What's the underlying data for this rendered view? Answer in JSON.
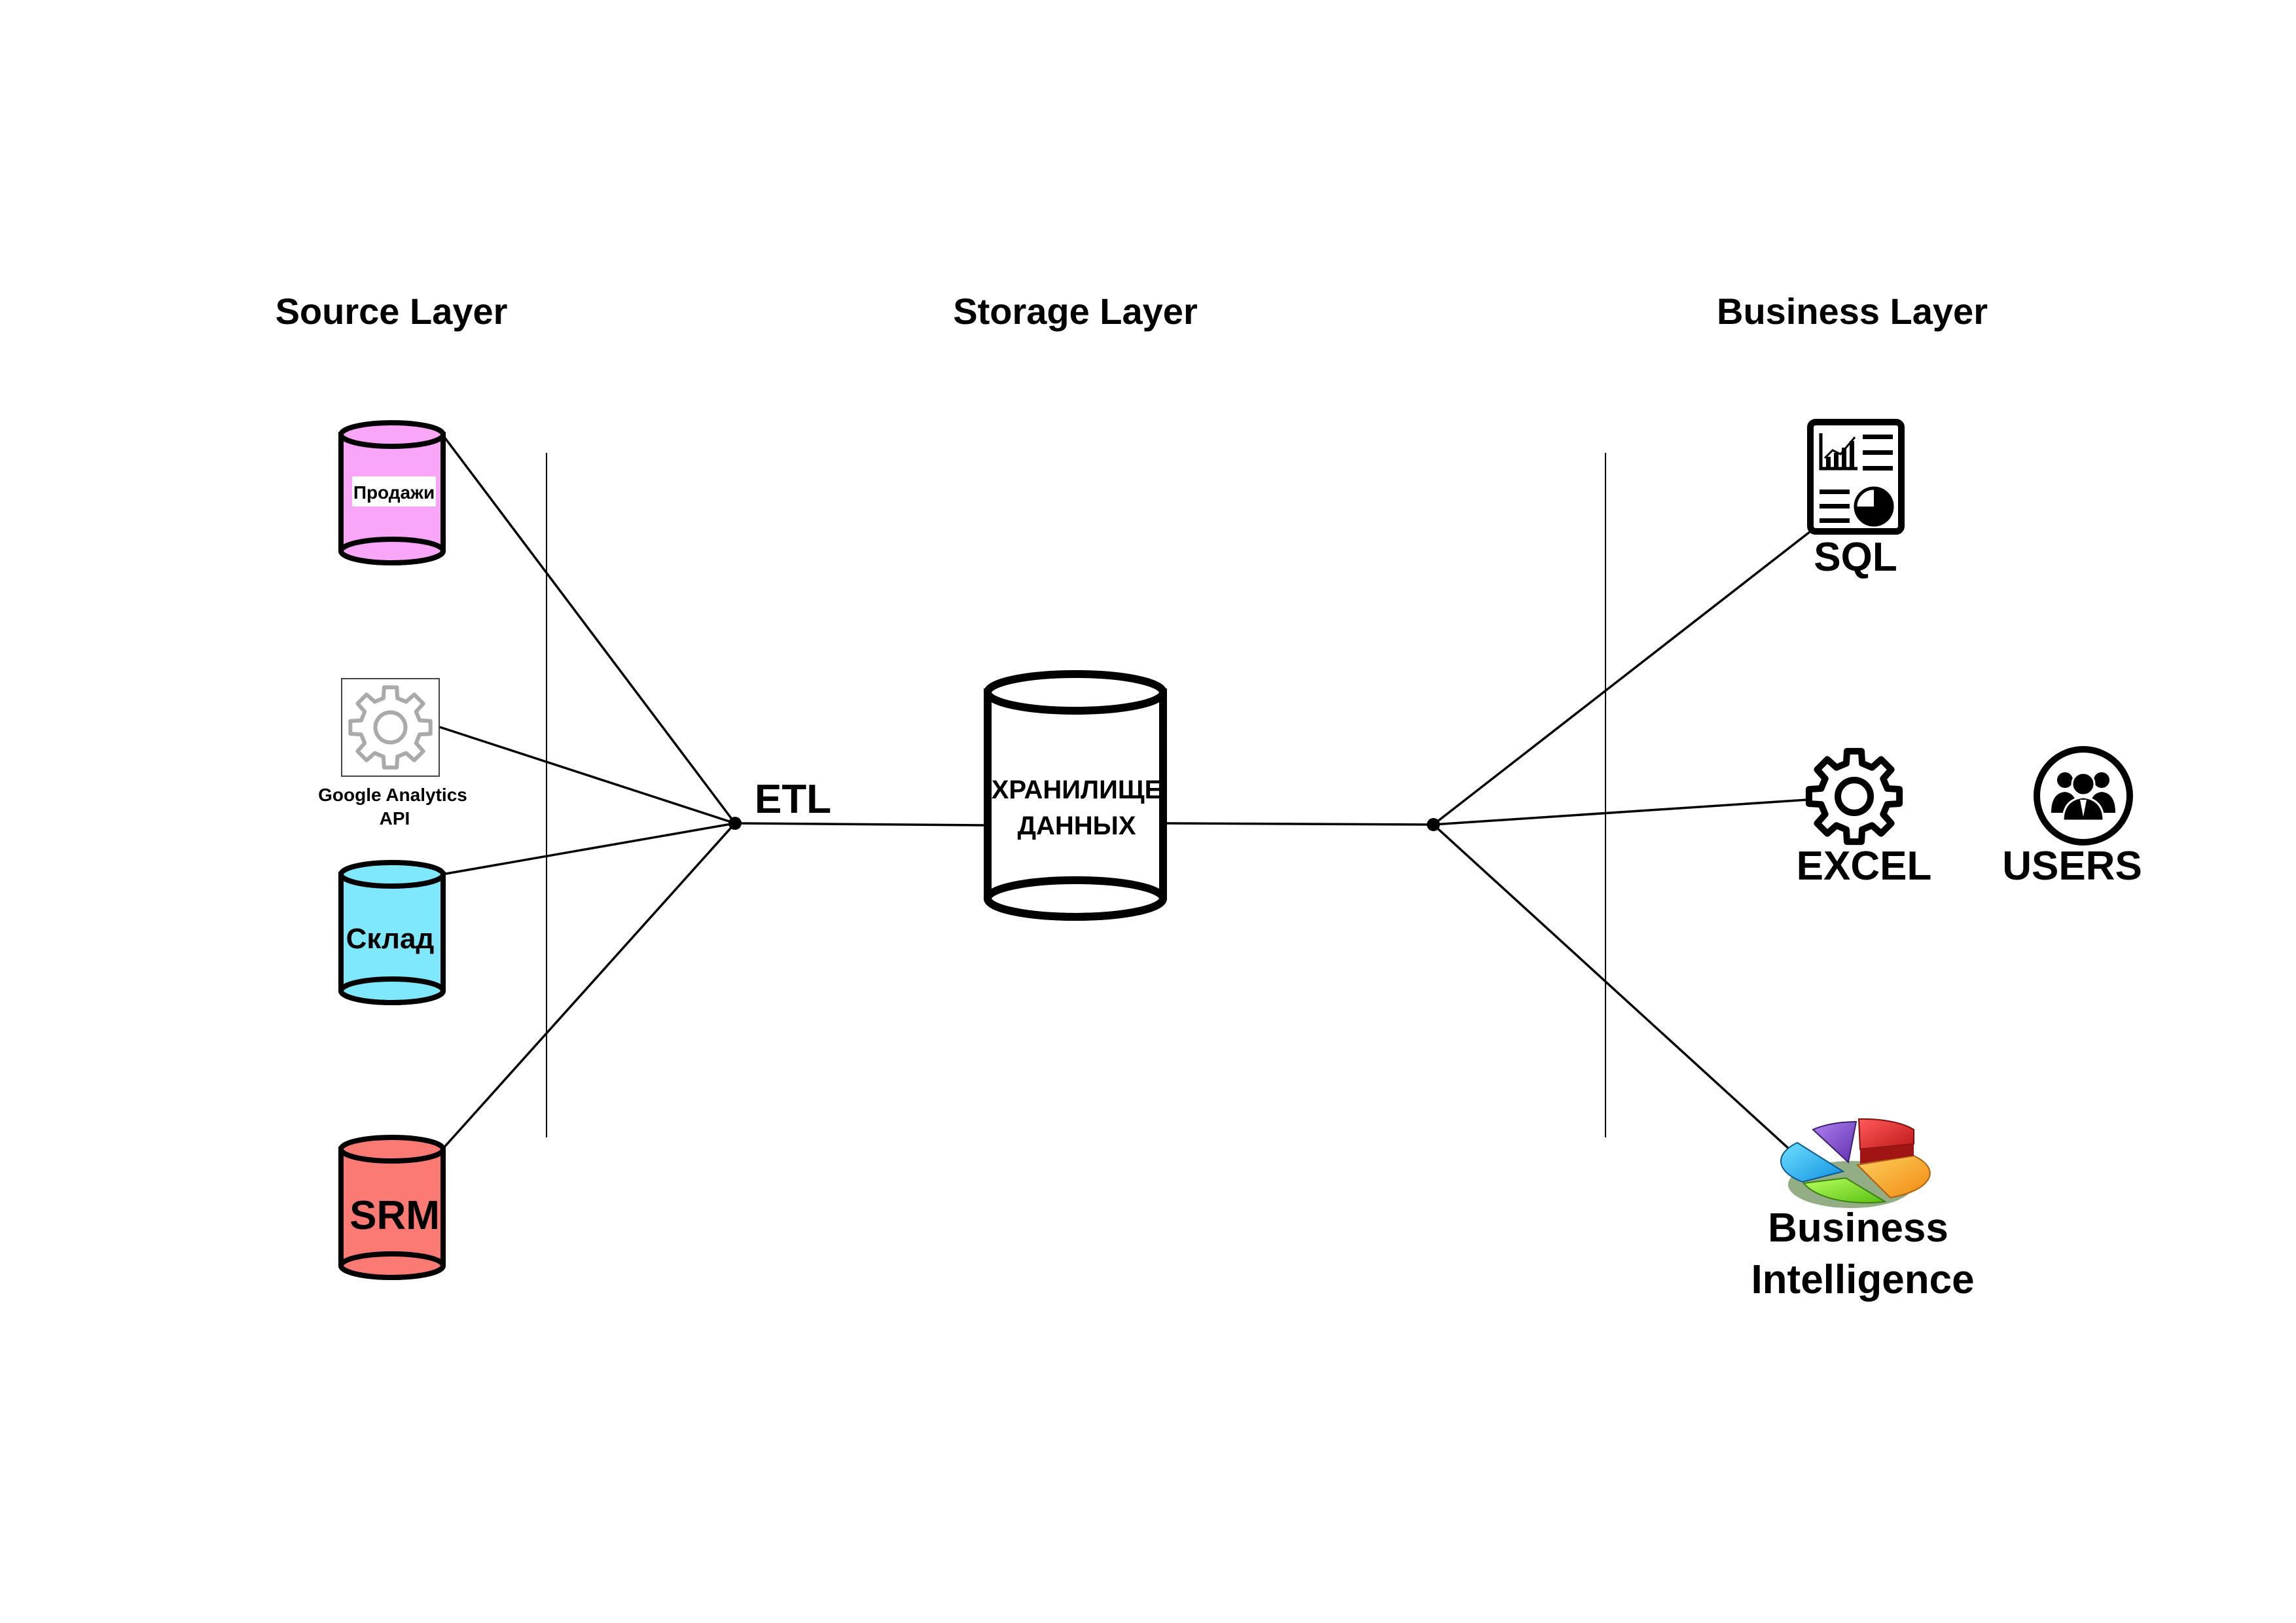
{
  "layers": {
    "source": "Source Layer",
    "storage": "Storage Layer",
    "business": "Business Layer"
  },
  "sources": {
    "sales": "Продажи",
    "ga_line1": "Google Analytics",
    "ga_line2": "API",
    "warehouse": "Склад",
    "srm": "SRM"
  },
  "etl": "ETL",
  "storage": {
    "line1": "ХРАНИЛИЩЕ",
    "line2": "ДАННЫХ"
  },
  "business": {
    "sql": "SQL",
    "excel": "EXCEL",
    "users": "USERS",
    "bi_line1": "Business",
    "bi_line2": "Intelligence"
  },
  "colors": {
    "sales": "#f9a6f9",
    "warehouse": "#7fe8fc",
    "srm": "#fc7a74",
    "gear_gray": "#aaaaaa"
  },
  "icons": {
    "ga": "gear-icon",
    "sql": "report-document-icon",
    "excel": "gear-icon",
    "users": "users-group-icon",
    "bi": "pie-chart-icon"
  }
}
